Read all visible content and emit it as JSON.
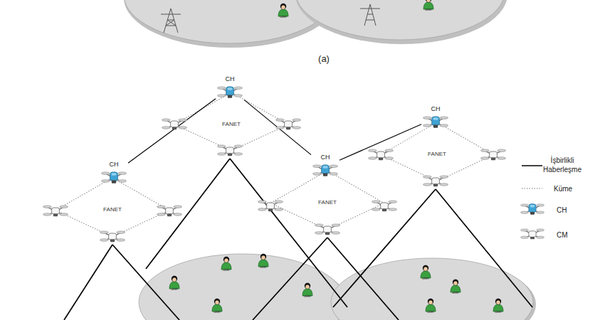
{
  "diagram": {
    "nodes": [
      {
        "text": [
          "CH"
        ]
      },
      {
        "text": [
          "FANET"
        ]
      },
      {
        "text": [
          "CH"
        ]
      },
      {
        "text": [
          "FANET"
        ]
      },
      {
        "text": [
          "CH"
        ]
      },
      {
        "text": [
          "CH"
        ]
      },
      {
        "text": [
          "FANET"
        ]
      },
      {
        "text": [
          "FANET"
        ]
      }
    ],
    "edges": [
      {
        "from": 0,
        "to": 4,
        "arrow": "none"
      },
      {
        "from": 0,
        "to": 5,
        "arrow": "none"
      },
      {
        "from": 2,
        "to": 5,
        "arrow": "none"
      }
    ],
    "labels": [
      "(a)",
      "user",
      "user",
      "user",
      "user",
      "user",
      "user",
      "user",
      "user",
      "user",
      "user",
      "user"
    ],
    "legend": [
      {
        "text": "İşbirlikli Haberleşme"
      },
      {
        "text": "Küme"
      },
      {
        "text": "CH"
      },
      {
        "text": "CM"
      }
    ]
  }
}
